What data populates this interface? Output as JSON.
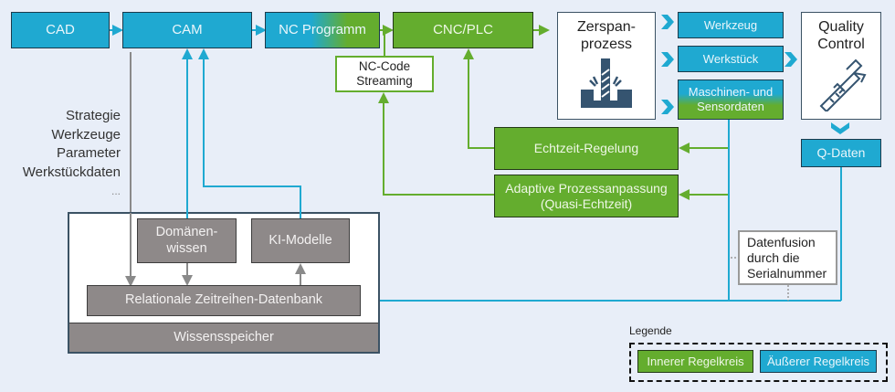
{
  "top_row": {
    "cad": "CAD",
    "cam": "CAM",
    "nc_programm": "NC Programm",
    "cnc_plc": "CNC/PLC"
  },
  "nc_streaming": [
    "NC-Code",
    "Streaming"
  ],
  "process": {
    "title": [
      "Zerspan-",
      "prozess"
    ],
    "icon": "milling-tool-icon"
  },
  "outputs": {
    "werkzeug": "Werkzeug",
    "werkstueck": "Werkstück",
    "maschinen": [
      "Maschinen- und",
      "Sensordaten"
    ]
  },
  "quality": {
    "title": [
      "Quality",
      "Control"
    ],
    "icon": "caliper-icon",
    "q_daten": "Q-Daten"
  },
  "inner_loop": {
    "echtzeit": "Echtzeit-Regelung",
    "adaptive": [
      "Adaptive Prozessanpassung",
      "(Quasi-Echtzeit)"
    ]
  },
  "cam_inputs": [
    "Strategie",
    "Werkzeuge",
    "Parameter",
    "Werkstückdaten",
    "..."
  ],
  "knowledge_store": {
    "domain": [
      "Domänen-",
      "wissen"
    ],
    "ki_models": "KI-Modelle",
    "database": "Relationale Zeitreihen-Datenbank",
    "title": "Wissensspeicher"
  },
  "fusion_note": [
    "Datenfusion",
    "durch die",
    "Serialnummer"
  ],
  "legend": {
    "title": "Legende",
    "inner": "Innerer Regelkreis",
    "outer": "Äußerer Regelkreis"
  },
  "colors": {
    "outer_loop": "#1fa9d1",
    "inner_loop": "#64ad2e",
    "knowledge": "#8e8989",
    "background": "#e8eef8"
  }
}
